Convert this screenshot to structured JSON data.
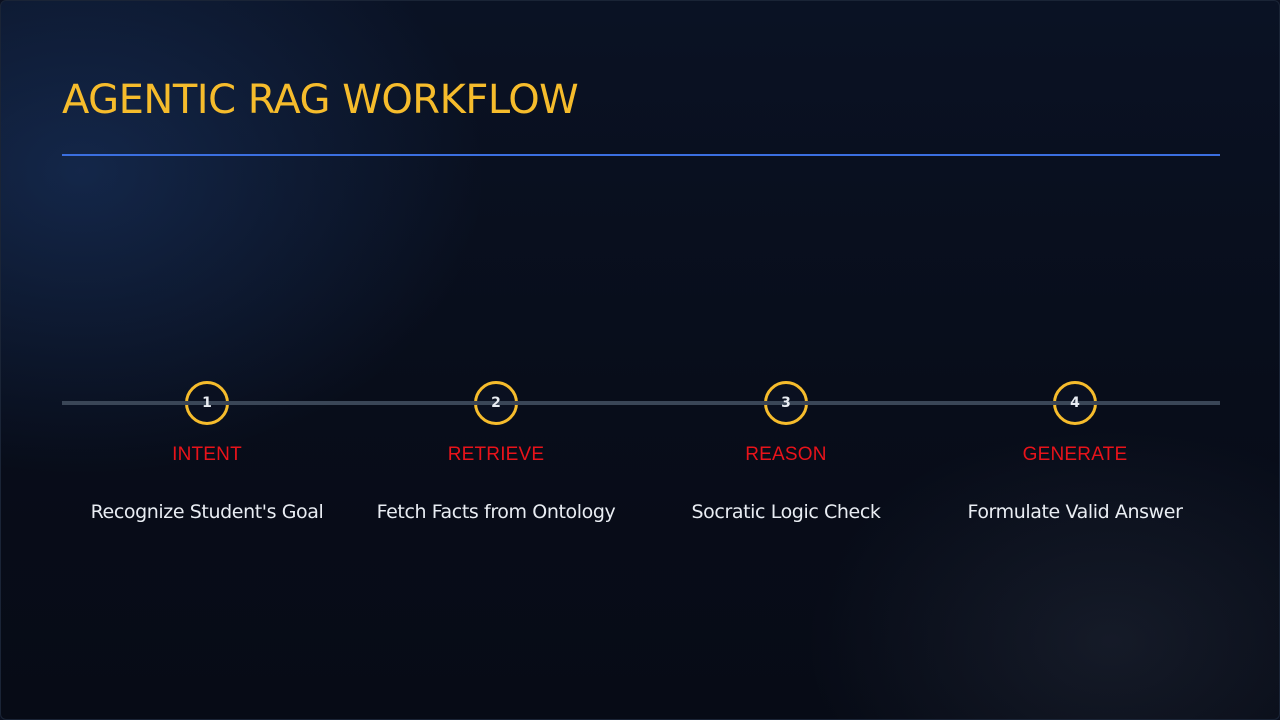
{
  "title": "AGENTIC RAG WORKFLOW",
  "colors": {
    "title": "#f6bc2c",
    "rule": "#3b6fe0",
    "node_ring": "#f6bc2c",
    "step_label": "#e8131a",
    "step_text": "#e9edf3",
    "timeline": "#3a4657"
  },
  "steps": [
    {
      "number": "1",
      "label": "INTENT",
      "description": "Recognize Student's Goal"
    },
    {
      "number": "2",
      "label": "RETRIEVE",
      "description": "Fetch Facts from Ontology"
    },
    {
      "number": "3",
      "label": "REASON",
      "description": "Socratic Logic Check"
    },
    {
      "number": "4",
      "label": "GENERATE",
      "description": "Formulate Valid Answer"
    }
  ]
}
